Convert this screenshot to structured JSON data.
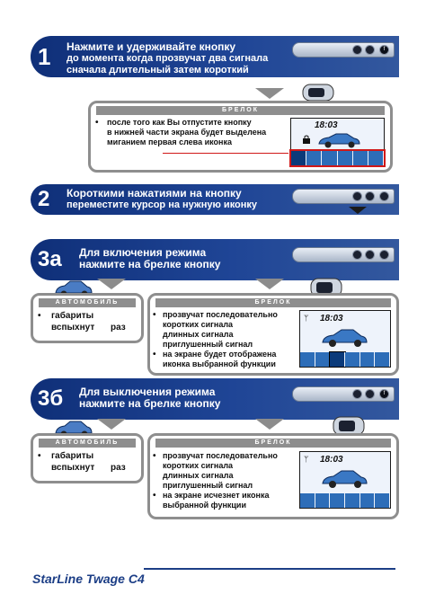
{
  "step1": {
    "number": "1",
    "line1": "Нажмите и удерживайте кнопку",
    "line2": "до момента  когда прозвучат два сигнала",
    "line3": "сначала длительный  затем короткий"
  },
  "box1": {
    "header": "БРЕЛОК",
    "bullet": "•",
    "lines": [
      "после того  как Вы отпустите кнопку",
      "в нижней части экрана будет выделена",
      "миганием первая слева иконка"
    ],
    "time": "18:03"
  },
  "step2": {
    "number": "2",
    "line1": "Короткими нажатиями на кнопку",
    "line2": "переместите курсор на нужную иконку"
  },
  "step3a": {
    "number": "3а",
    "line1": "Для включения режима",
    "line2": "нажмите на брелке кнопку"
  },
  "car3a": {
    "header": "АВТОМОБИЛЬ",
    "bullet": "•",
    "line1": "габариты",
    "line2a": "вспыхнут",
    "line2b": "раз"
  },
  "fob3a": {
    "header": "БРЕЛОК",
    "bullet": "•",
    "lines": [
      "прозвучат последовательно",
      "коротких сигнала",
      "длинных сигнала",
      "приглушенный сигнал"
    ],
    "bullet2": "•",
    "lines2": [
      "на экране будет отображена",
      "иконка выбранной функции"
    ],
    "time": "18:03"
  },
  "step3b": {
    "number": "3б",
    "line1": "Для выключения режима",
    "line2": "нажмите на брелке кнопку"
  },
  "car3b": {
    "header": "АВТОМОБИЛЬ",
    "bullet": "•",
    "line1": "габариты",
    "line2a": "вспыхнут",
    "line2b": "раз"
  },
  "fob3b": {
    "header": "БРЕЛОК",
    "bullet": "•",
    "lines": [
      "прозвучат последовательно",
      "коротких сигнала",
      "длинных сигнала",
      "приглушенный сигнал"
    ],
    "bullet2": "•",
    "lines2": [
      "на экране исчезнет иконка",
      "выбранной функции"
    ],
    "time": "18:03"
  },
  "footer": {
    "brand": "StarLine",
    "model": "Twage C4"
  },
  "colors": {
    "banner": "#1f4596",
    "frame": "#8e8e8e",
    "lcd_icons": "#2d6db8",
    "highlight": "#d01818"
  }
}
